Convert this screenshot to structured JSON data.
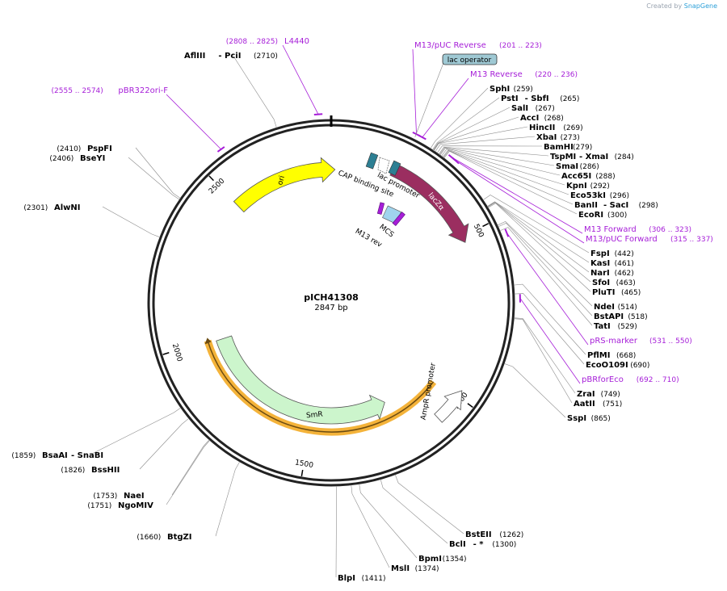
{
  "credit": {
    "prefix": "Created by",
    "brand": "SnapGene"
  },
  "plasmid": {
    "name": "pICH41308",
    "size_label": "2847 bp",
    "length": 2847
  },
  "tick_labels": [
    "500",
    "1000",
    "1500",
    "2000",
    "2500"
  ],
  "features": [
    {
      "name": "lacZα",
      "start": 196,
      "end": 520,
      "dir": 1,
      "color": "#9b2e60",
      "track": "out"
    },
    {
      "name": "AmpR promoter",
      "start": 980,
      "end": 1085,
      "dir": -1,
      "color": "#ffffff",
      "track": "in2"
    },
    {
      "name": "SmR",
      "start": 1200,
      "end": 1990,
      "dir": -1,
      "color": "#ccf5cc",
      "track": "in1"
    },
    {
      "name": "ori",
      "start": 2500,
      "end": 2860,
      "dir": 1,
      "color": "#ffff00",
      "track": "ori"
    },
    {
      "name": "CAP binding site",
      "start": 105,
      "end": 127,
      "color": "#2d7f93",
      "track": "box"
    },
    {
      "name": "lac promoter",
      "start": 129,
      "end": 160,
      "color": "#ffffff",
      "track": "box"
    },
    {
      "name": "MCS",
      "start": 250,
      "end": 300,
      "color": "#a0d4ee",
      "track": "mcs"
    },
    {
      "name": "M13 rev",
      "start": 228,
      "end": 246,
      "color": "#8a1fb5",
      "track": "mcs"
    }
  ],
  "primers": [
    {
      "name": "M13/pUC Reverse",
      "range": "(201 .. 223)",
      "pos": 212
    },
    {
      "name": "M13 Reverse",
      "range": "(220 .. 236)",
      "pos": 228
    },
    {
      "name": "M13 Forward",
      "range": "(306 .. 323)",
      "pos": 314
    },
    {
      "name": "M13/pUC Forward",
      "range": "(315 .. 337)",
      "pos": 326
    },
    {
      "name": "pRS-marker",
      "range": "(531 .. 550)",
      "pos": 540
    },
    {
      "name": "pBRforEco",
      "range": "(692 .. 710)",
      "pos": 701
    },
    {
      "name": "pBR322ori-F",
      "range": "(2555 .. 2574)",
      "pos": 2565
    },
    {
      "name": "L4440",
      "range": "(2808 .. 2825)",
      "pos": 2816
    }
  ],
  "lac_operator": {
    "label": "lac operator",
    "pos": 212
  },
  "sites": [
    {
      "name": "SphI",
      "pos": "(259)",
      "p": 259
    },
    {
      "name": "PstI",
      "name2": "SbfI",
      "pos": "(265)",
      "p": 265
    },
    {
      "name": "SalI",
      "pos": "(267)",
      "p": 267
    },
    {
      "name": "AccI",
      "pos": "(268)",
      "p": 268
    },
    {
      "name": "HincII",
      "pos": "(269)",
      "p": 269
    },
    {
      "name": "XbaI",
      "pos": "(273)",
      "p": 273
    },
    {
      "name": "BamHI",
      "pos": "(279)",
      "p": 279
    },
    {
      "name": "TspMI",
      "name2": "XmaI",
      "pos": "(284)",
      "p": 284
    },
    {
      "name": "SmaI",
      "pos": "(286)",
      "p": 286
    },
    {
      "name": "Acc65I",
      "pos": "(288)",
      "p": 288
    },
    {
      "name": "KpnI",
      "pos": "(292)",
      "p": 292
    },
    {
      "name": "Eco53kI",
      "pos": "(296)",
      "p": 296
    },
    {
      "name": "BanII",
      "name2": "SacI",
      "pos": "(298)",
      "p": 298
    },
    {
      "name": "EcoRI",
      "pos": "(300)",
      "p": 300
    },
    {
      "name": "FspI",
      "pos": "(442)",
      "p": 442
    },
    {
      "name": "KasI",
      "pos": "(461)",
      "p": 461
    },
    {
      "name": "NarI",
      "pos": "(462)",
      "p": 462
    },
    {
      "name": "SfoI",
      "pos": "(463)",
      "p": 463
    },
    {
      "name": "PluTI",
      "pos": "(465)",
      "p": 465
    },
    {
      "name": "NdeI",
      "pos": "(514)",
      "p": 514
    },
    {
      "name": "BstAPI",
      "pos": "(518)",
      "p": 518
    },
    {
      "name": "TatI",
      "pos": "(529)",
      "p": 529
    },
    {
      "name": "PflMI",
      "pos": "(668)",
      "p": 668
    },
    {
      "name": "EcoO109I",
      "pos": "(690)",
      "p": 690
    },
    {
      "name": "ZraI",
      "pos": "(749)",
      "p": 749
    },
    {
      "name": "AatII",
      "pos": "(751)",
      "p": 751
    },
    {
      "name": "SspI",
      "pos": "(865)",
      "p": 865
    },
    {
      "name": "BstEII",
      "pos": "(1262)",
      "p": 1262
    },
    {
      "name": "BclI",
      "name2": "*",
      "pos": "(1300)",
      "p": 1300
    },
    {
      "name": "BpmI",
      "pos": "(1354)",
      "p": 1354
    },
    {
      "name": "MslI",
      "pos": "(1374)",
      "p": 1374
    },
    {
      "name": "BlpI",
      "pos": "(1411)",
      "p": 1411
    },
    {
      "name": "BtgZI",
      "pos": "(1660)",
      "p": 1660
    },
    {
      "name": "NaeI",
      "pos": "(1753)",
      "p": 1753
    },
    {
      "name": "NgoMIV",
      "pos": "(1751)",
      "p": 1751
    },
    {
      "name": "BssHII",
      "pos": "(1826)",
      "p": 1826
    },
    {
      "name": "BsaAI",
      "name2": "SnaBI",
      "pos": "(1859)",
      "p": 1859
    },
    {
      "name": "AlwNI",
      "pos": "(2301)",
      "p": 2301
    },
    {
      "name": "BseYI",
      "pos": "(2406)",
      "p": 2406
    },
    {
      "name": "PspFI",
      "pos": "(2410)",
      "p": 2410
    },
    {
      "name": "AflIII",
      "name2": "PciI",
      "pos": "(2710)",
      "p": 2710
    }
  ],
  "colors": {
    "primer": "#a61ed8",
    "site": "#000000",
    "leader": "#8c8c8c",
    "backbone": "#222222"
  }
}
